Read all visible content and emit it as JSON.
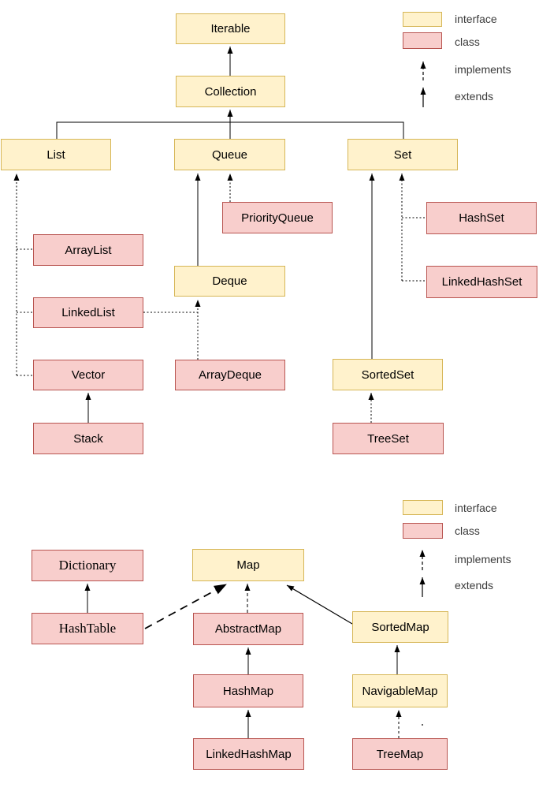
{
  "colors": {
    "interface_fill": "#FFF2CC",
    "interface_border": "#D6B656",
    "class_fill": "#F8CECC",
    "class_border": "#B85450",
    "edge": "#000000",
    "legend_text": "#3b3b3b"
  },
  "legend_top": {
    "interface_label": "interface",
    "class_label": "class",
    "implements_label": "implements",
    "extends_label": "extends"
  },
  "legend_bottom": {
    "interface_label": "interface",
    "class_label": "class",
    "implements_label": "implements",
    "extends_label": "extends"
  },
  "nodes": {
    "iterable": "Iterable",
    "collection": "Collection",
    "list": "List",
    "queue": "Queue",
    "set": "Set",
    "priority_queue": "PriorityQueue",
    "hash_set": "HashSet",
    "array_list": "ArrayList",
    "deque": "Deque",
    "linked_hash_set": "LinkedHashSet",
    "linked_list": "LinkedList",
    "vector": "Vector",
    "array_deque": "ArrayDeque",
    "sorted_set": "SortedSet",
    "stack": "Stack",
    "tree_set": "TreeSet",
    "dictionary": "Dictionary",
    "map": "Map",
    "hash_table": "HashTable",
    "abstract_map": "AbstractMap",
    "sorted_map": "SortedMap",
    "hash_map": "HashMap",
    "navigable_map": "NavigableMap",
    "linked_hash_map": "LinkedHashMap",
    "tree_map": "TreeMap"
  },
  "edges": [
    {
      "from": "Collection",
      "to": "Iterable",
      "relation": "extends"
    },
    {
      "from": "List",
      "to": "Collection",
      "relation": "extends"
    },
    {
      "from": "Queue",
      "to": "Collection",
      "relation": "extends"
    },
    {
      "from": "Set",
      "to": "Collection",
      "relation": "extends"
    },
    {
      "from": "ArrayList",
      "to": "List",
      "relation": "implements"
    },
    {
      "from": "LinkedList",
      "to": "List",
      "relation": "implements"
    },
    {
      "from": "Vector",
      "to": "List",
      "relation": "implements"
    },
    {
      "from": "Stack",
      "to": "Vector",
      "relation": "extends"
    },
    {
      "from": "Deque",
      "to": "Queue",
      "relation": "extends"
    },
    {
      "from": "PriorityQueue",
      "to": "Queue",
      "relation": "implements"
    },
    {
      "from": "LinkedList",
      "to": "Deque",
      "relation": "implements"
    },
    {
      "from": "ArrayDeque",
      "to": "Deque",
      "relation": "implements"
    },
    {
      "from": "SortedSet",
      "to": "Set",
      "relation": "extends"
    },
    {
      "from": "HashSet",
      "to": "Set",
      "relation": "implements"
    },
    {
      "from": "LinkedHashSet",
      "to": "Set",
      "relation": "implements"
    },
    {
      "from": "TreeSet",
      "to": "SortedSet",
      "relation": "implements"
    },
    {
      "from": "HashTable",
      "to": "Dictionary",
      "relation": "extends"
    },
    {
      "from": "HashTable",
      "to": "Map",
      "relation": "implements"
    },
    {
      "from": "AbstractMap",
      "to": "Map",
      "relation": "implements"
    },
    {
      "from": "SortedMap",
      "to": "Map",
      "relation": "extends"
    },
    {
      "from": "HashMap",
      "to": "AbstractMap",
      "relation": "extends"
    },
    {
      "from": "LinkedHashMap",
      "to": "HashMap",
      "relation": "extends"
    },
    {
      "from": "NavigableMap",
      "to": "SortedMap",
      "relation": "extends"
    },
    {
      "from": "TreeMap",
      "to": "NavigableMap",
      "relation": "implements"
    }
  ]
}
